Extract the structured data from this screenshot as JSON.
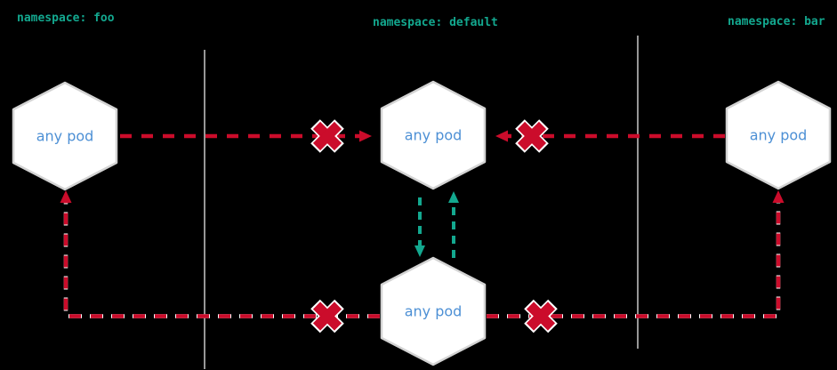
{
  "colors": {
    "background": "#000000",
    "namespace_label": "#13a88f",
    "allow_arrow": "#13a88f",
    "deny_arrow": "#cb0c2b",
    "pod_text": "#4d90d5",
    "hexagon_fill": "#ffffff",
    "hexagon_border": "#d3d3d3",
    "separator_line": "#c9c9c9"
  },
  "namespaces": [
    {
      "id": "foo",
      "label": "namespace: foo"
    },
    {
      "id": "default",
      "label": "namespace: default"
    },
    {
      "id": "bar",
      "label": "namespace: bar"
    }
  ],
  "pods": {
    "foo": {
      "label": "any pod"
    },
    "default_top": {
      "label": "any pod"
    },
    "bar": {
      "label": "any pod"
    },
    "default_bottom": {
      "label": "any pod"
    }
  },
  "edges": [
    {
      "from": "any pod (namespace foo)",
      "to": "any pod (namespace default, top)",
      "style": "red-dashed",
      "status": "denied"
    },
    {
      "from": "any pod (namespace bar)",
      "to": "any pod (namespace default, top)",
      "style": "red-dashed",
      "status": "denied"
    },
    {
      "from": "any pod (namespace default, bottom)",
      "to": "any pod (namespace foo)",
      "style": "red-dashed",
      "status": "denied"
    },
    {
      "from": "any pod (namespace default, bottom)",
      "to": "any pod (namespace bar)",
      "style": "red-dashed",
      "status": "denied"
    },
    {
      "from": "any pod (namespace default, top)",
      "to": "any pod (namespace default, bottom)",
      "style": "teal-dashed",
      "status": "allowed"
    },
    {
      "from": "any pod (namespace default, bottom)",
      "to": "any pod (namespace default, top)",
      "style": "teal-dashed",
      "status": "allowed"
    }
  ]
}
